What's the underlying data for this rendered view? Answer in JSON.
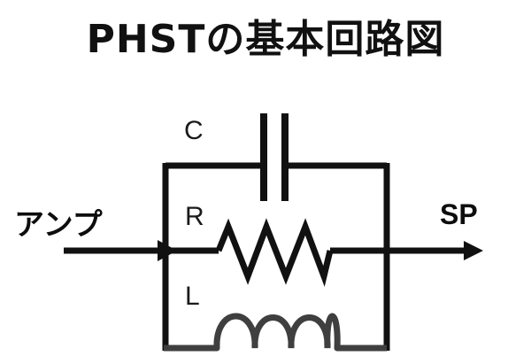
{
  "title": "PHSTの基本回路図",
  "circuit": {
    "input_label": "アンプ",
    "output_label": "SP",
    "components": [
      {
        "id": "capacitor",
        "label": "C",
        "icon": "capacitor-icon"
      },
      {
        "id": "resistor",
        "label": "R",
        "icon": "resistor-icon"
      },
      {
        "id": "inductor",
        "label": "L",
        "icon": "inductor-icon"
      }
    ],
    "colors": {
      "line": "#111111",
      "coil": "#3f3f3f",
      "background": "#ffffff",
      "text": "#111111"
    },
    "signal_flow": "left-to-right"
  }
}
